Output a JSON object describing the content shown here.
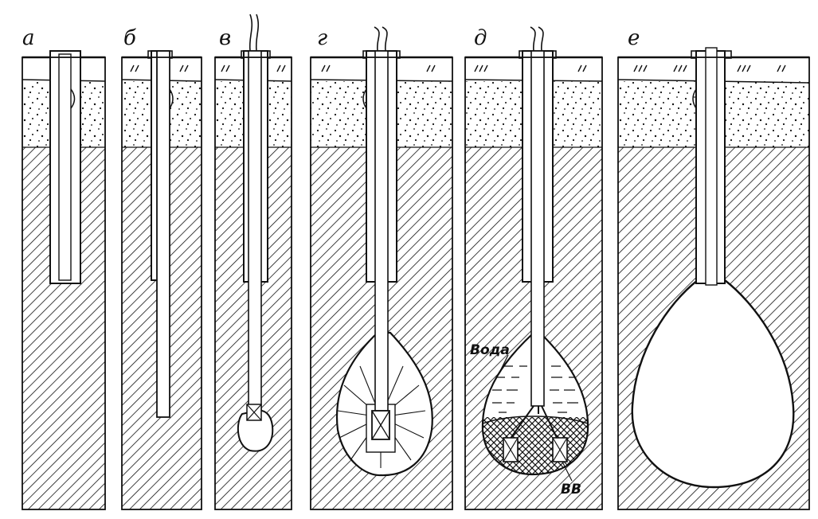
{
  "figure": {
    "panels": [
      {
        "letter": "а"
      },
      {
        "letter": "б"
      },
      {
        "letter": "в"
      },
      {
        "letter": "г"
      },
      {
        "letter": "д",
        "callouts": {
          "water": "Вода",
          "explosive": "ВВ"
        }
      },
      {
        "letter": "е"
      }
    ]
  },
  "colors": {
    "ink": "#111111",
    "paper": "#ffffff"
  }
}
